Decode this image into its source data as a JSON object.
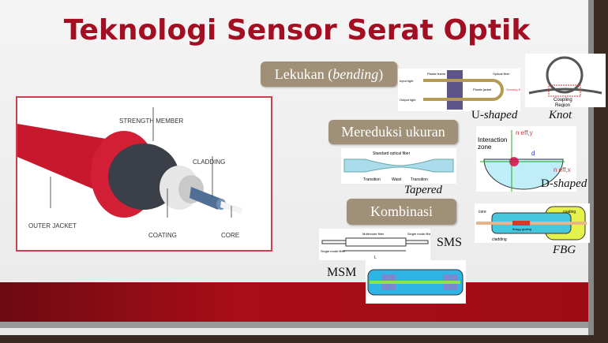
{
  "slide": {
    "title": "Teknologi Sensor Serat Optik"
  },
  "fiber_diagram": {
    "labels": {
      "strength": "STRENGTH MEMBER",
      "cladding": "CLADDING",
      "outer": "OUTER JACKET",
      "coating": "COATING",
      "core": "CORE"
    }
  },
  "categories": [
    {
      "label_pre": "Lekukan (",
      "label_em": "bending",
      "label_post": ")"
    },
    {
      "label": "Mereduksi ukuran"
    },
    {
      "label": "Kombinasi"
    }
  ],
  "figures": {
    "u_shaped": {
      "cap_pre": "U-",
      "cap_em": "shaped",
      "texts": [
        "Plastic frame",
        "Optical fiber",
        "Input light",
        "Plastic jacket",
        "Sensing fiber",
        "Output light"
      ]
    },
    "knot": {
      "cap": "Knot",
      "texts": [
        "Coupling",
        "Region"
      ]
    },
    "tapered": {
      "cap": "Tapered",
      "texts": [
        "Standard optical fiber",
        "Transition",
        "Waist",
        "Transition"
      ]
    },
    "d_shaped": {
      "cap_pre": "D-",
      "cap_em": "shaped",
      "texts": [
        "Interaction",
        "zone",
        "n eff,y",
        "n eff,x",
        "d"
      ]
    },
    "fbg": {
      "cap": "FBG",
      "texts": [
        "core",
        "coating",
        "Bragg grating",
        "cladding"
      ]
    },
    "sms": {
      "cap": "SMS",
      "texts": [
        "Multimode fiber",
        "Single mode fiber",
        "Single mode fiber",
        "L"
      ]
    },
    "msm": {
      "cap": "MSM"
    }
  }
}
